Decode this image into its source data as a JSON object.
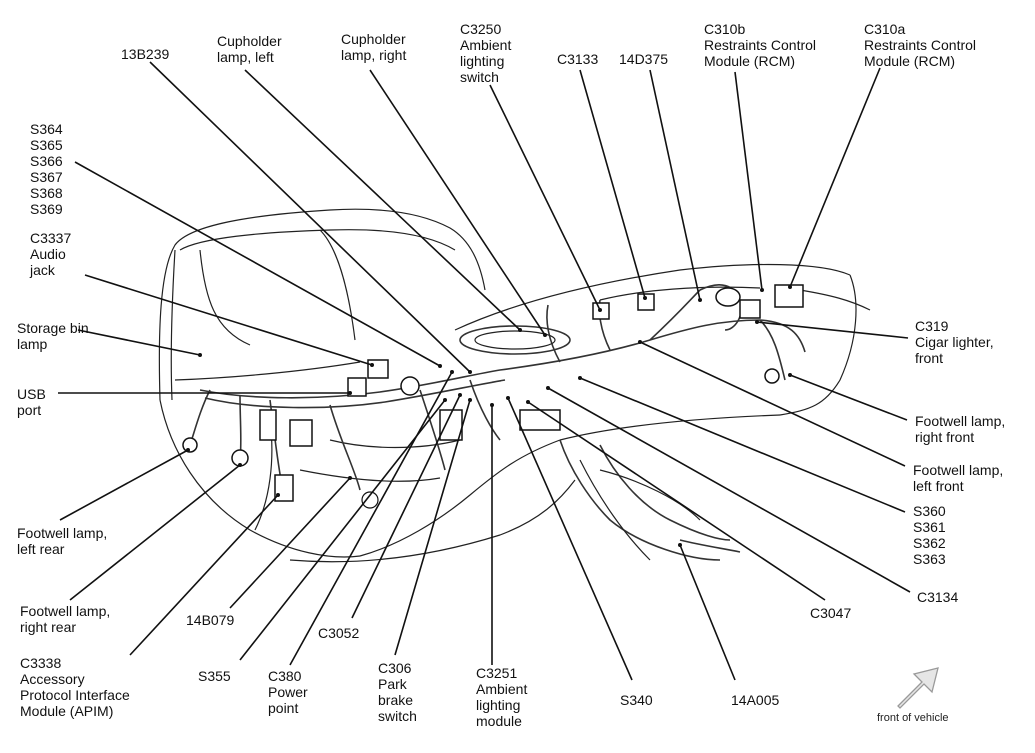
{
  "labels": {
    "l13b239": "13B239",
    "cup_left": "Cupholder\nlamp, left",
    "cup_right": "Cupholder\nlamp, right",
    "c3250": "C3250\nAmbient\nlighting\nswitch",
    "c3133": "C3133",
    "l14d375": "14D375",
    "c310b": "C310b\nRestraints Control\nModule (RCM)",
    "c310a": "C310a\nRestraints Control\nModule (RCM)",
    "s364_group": "S364\nS365\nS366\nS367\nS368\nS369",
    "c3337": "C3337\nAudio\njack",
    "storage_bin": "Storage bin\nlamp",
    "usb": "USB\nport",
    "c319": "C319\nCigar lighter,\nfront",
    "fw_right_front": "Footwell lamp,\nright front",
    "fw_left_front": "Footwell lamp,\nleft front",
    "s360_group": "S360\nS361\nS362\nS363",
    "fw_left_rear": "Footwell lamp,\nleft rear",
    "fw_right_rear": "Footwell lamp,\nright rear",
    "c3338": "C3338\nAccessory\nProtocol Interface\nModule (APIM)",
    "l14b079": "14B079",
    "s355": "S355",
    "c380": "C380\nPower\npoint",
    "c3052": "C3052",
    "c306": "C306\nPark\nbrake\nswitch",
    "c3251": "C3251\nAmbient\nlighting\nmodule",
    "s340": "S340",
    "l14a005": "14A005",
    "c3047": "C3047",
    "c3134": "C3134",
    "front_of_vehicle": "front of vehicle"
  },
  "icons": {
    "front_arrow": "front-arrow-icon"
  }
}
